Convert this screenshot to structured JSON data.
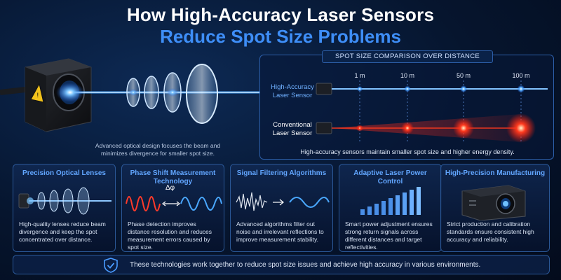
{
  "title": {
    "line1": "How High-Accuracy Laser Sensors",
    "line2": "Reduce Spot Size Problems"
  },
  "hero": {
    "caption": "Advanced optical design focuses the beam and minimizes divergence for smaller spot size."
  },
  "comparison": {
    "title": "SPOT SIZE COMPARISON OVER DISTANCE",
    "distances": [
      "1 m",
      "10 m",
      "50 m",
      "100 m"
    ],
    "high_accuracy_label": "High-Accuracy Laser Sensor",
    "conventional_label": "Conventional Laser Sensor",
    "note": "High-accuracy sensors maintain smaller spot size and higher energy density."
  },
  "cards": [
    {
      "title": "Precision Optical Lenses",
      "text": "High-quality lenses reduce beam divergence and keep the spot concentrated over distance."
    },
    {
      "title": "Phase Shift Measurement Technology",
      "symbol": "Δφ",
      "text": "Phase detection improves distance resolution and reduces measurement errors caused by spot size."
    },
    {
      "title": "Signal Filtering Algorithms",
      "text": "Advanced algorithms filter out noise and irrelevant reflections to improve measurement stability."
    },
    {
      "title": "Adaptive Laser Power Control",
      "text": "Smart power adjustment ensures strong return signals across different distances and target reflectivities."
    },
    {
      "title": "High-Precision Manufacturing",
      "text": "Strict production and calibration standards ensure consistent high accuracy and reliability."
    }
  ],
  "footer": {
    "text": "These technologies work together to reduce spot size issues and achieve high accuracy in various environments."
  },
  "colors": {
    "accent_blue": "#3e8ef7",
    "laser_blue": "#4aa8ff",
    "laser_red": "#ff2a1a",
    "background": "#06152e"
  }
}
